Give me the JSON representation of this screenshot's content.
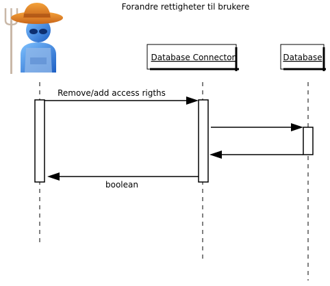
{
  "title": "Forandre rettigheter til brukere",
  "actor": {
    "icon": "farmer-actor-icon"
  },
  "lifelines": [
    {
      "id": "connector",
      "label": "Database Connector"
    },
    {
      "id": "database",
      "label": "Database"
    }
  ],
  "messages": [
    {
      "id": "msg-remove-add",
      "label": "Remove/add access rigths",
      "from": "actor",
      "to": "connector"
    },
    {
      "id": "msg-query",
      "label": "",
      "from": "connector",
      "to": "database"
    },
    {
      "id": "msg-result",
      "label": "",
      "from": "database",
      "to": "connector"
    },
    {
      "id": "msg-boolean",
      "label": "boolean",
      "from": "connector",
      "to": "actor"
    }
  ]
}
